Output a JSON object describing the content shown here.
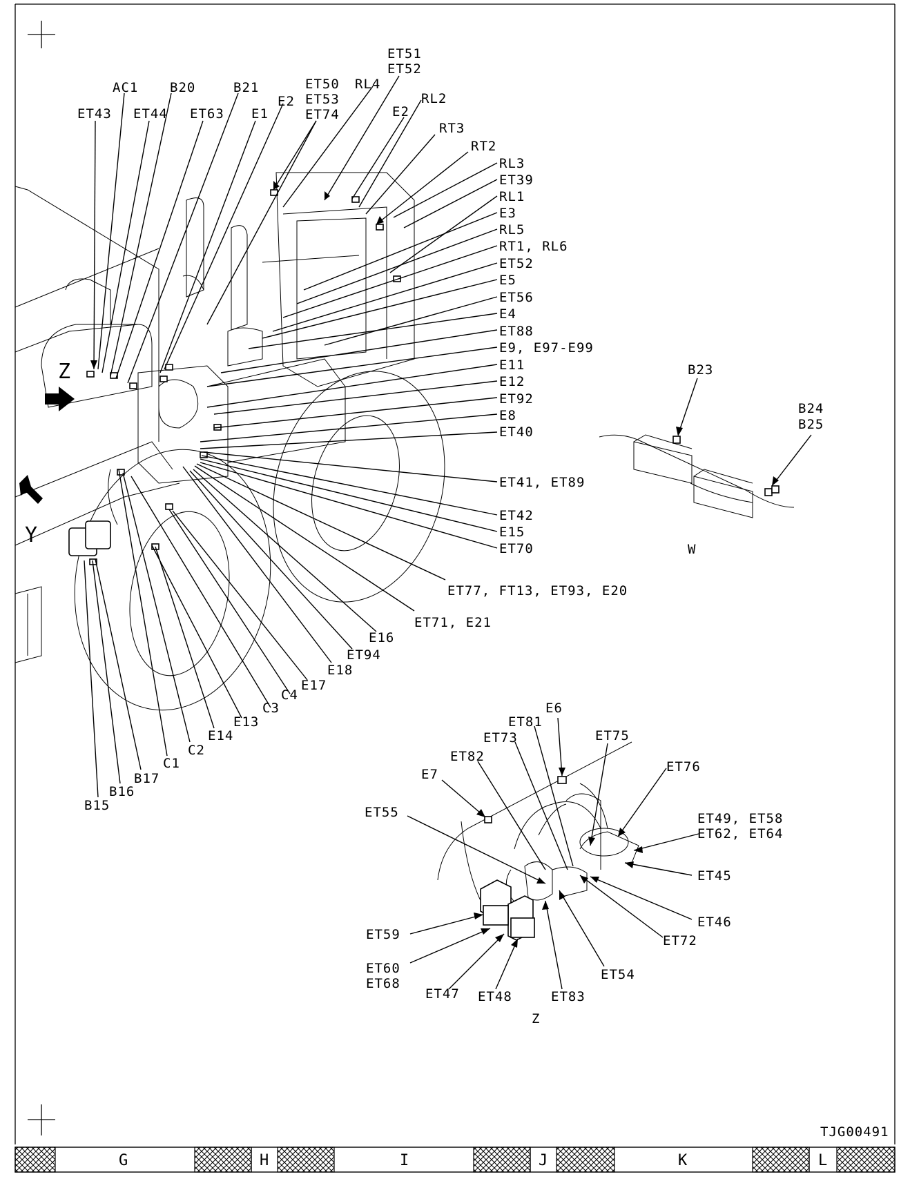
{
  "drawing_id": "TJG00491",
  "views": {
    "main": {
      "z_label": "Z",
      "y_label": "Y"
    },
    "w": {
      "title": "W",
      "labels": [
        "B23",
        "B24",
        "B25"
      ]
    },
    "z": {
      "title": "Z"
    }
  },
  "grid_columns": [
    "G",
    "H",
    "I",
    "J",
    "K",
    "L"
  ],
  "main_top_labels": [
    "AC1",
    "B20",
    "B21",
    "ET43",
    "ET44",
    "ET63",
    "E1",
    "E2",
    "ET50",
    "ET53",
    "ET74",
    "RL4",
    "ET51",
    "ET52",
    "E2",
    "RL2",
    "RT3",
    "RT2"
  ],
  "main_right_labels": [
    "RL3",
    "ET39",
    "RL1",
    "E3",
    "RL5",
    "RT1, RL6",
    "ET52",
    "E5",
    "ET56",
    "E4",
    "ET88",
    "E9, E97-E99",
    "E11",
    "E12",
    "ET92",
    "E8",
    "ET40",
    "ET41, ET89",
    "ET42",
    "E15",
    "ET70",
    "ET77, FT13, ET93, E20",
    "ET71, E21"
  ],
  "main_bottom_labels": [
    "E16",
    "ET94",
    "E18",
    "E17",
    "C4",
    "C3",
    "E13",
    "E14",
    "C2",
    "C1",
    "B17",
    "B16",
    "B15"
  ],
  "z_labels": [
    "E6",
    "ET81",
    "ET73",
    "ET75",
    "ET82",
    "E7",
    "ET76",
    "ET55",
    "ET49, ET58",
    "ET62, ET64",
    "ET45",
    "ET46",
    "ET72",
    "ET59",
    "ET60",
    "ET68",
    "ET47",
    "ET48",
    "ET83",
    "ET54"
  ]
}
